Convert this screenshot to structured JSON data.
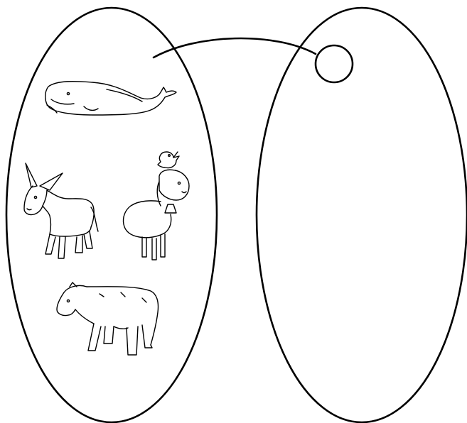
{
  "diagram": {
    "type": "mapping-diagram",
    "left_set": {
      "items": [
        {
          "icon": "whale-icon"
        },
        {
          "icon": "donkey-icon"
        },
        {
          "icon": "sheep-with-bird-icon"
        },
        {
          "icon": "bear-icon"
        }
      ]
    },
    "right_set": {
      "items": [
        {
          "icon": "empty-circle-icon"
        }
      ]
    },
    "connection": {
      "from": "left-set",
      "to": "right-circle"
    },
    "colors": {
      "ink": "#000000",
      "background": "#ffffff"
    }
  }
}
